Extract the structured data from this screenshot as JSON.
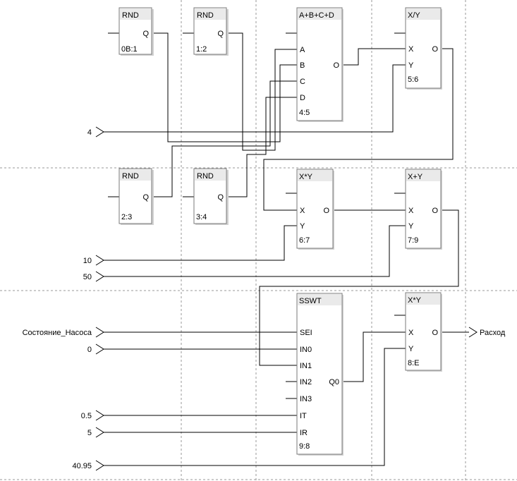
{
  "blocks": {
    "rnd1": {
      "title": "RND",
      "outputs": [
        "Q"
      ],
      "id": "0B:1"
    },
    "rnd2": {
      "title": "RND",
      "outputs": [
        "Q"
      ],
      "id": "1:2"
    },
    "rnd3": {
      "title": "RND",
      "outputs": [
        "Q"
      ],
      "id": "2:3"
    },
    "rnd4": {
      "title": "RND",
      "outputs": [
        "Q"
      ],
      "id": "3:4"
    },
    "sum4": {
      "title": "A+B+C+D",
      "inputs": [
        "A",
        "B",
        "C",
        "D"
      ],
      "outputs": [
        "O"
      ],
      "id": "4:5"
    },
    "div": {
      "title": "X/Y",
      "inputs": [
        "X",
        "Y"
      ],
      "outputs": [
        "O"
      ],
      "id": "5:6"
    },
    "mul1": {
      "title": "X*Y",
      "inputs": [
        "X",
        "Y"
      ],
      "outputs": [
        "O"
      ],
      "id": "6:7"
    },
    "add": {
      "title": "X+Y",
      "inputs": [
        "X",
        "Y"
      ],
      "outputs": [
        "O"
      ],
      "id": "7:9"
    },
    "sswt": {
      "title": "SSWT",
      "inputs": [
        "SEI",
        "IN0",
        "IN1",
        "IN2",
        "IN3",
        "IT",
        "IR"
      ],
      "outputs": [
        "Q0"
      ],
      "id": "9:8"
    },
    "mul2": {
      "title": "X*Y",
      "inputs": [
        "X",
        "Y"
      ],
      "outputs": [
        "O"
      ],
      "id": "8:E"
    }
  },
  "constants": {
    "c4": "4",
    "c10": "10",
    "c50": "50",
    "state": "Состояние_Насоса",
    "c0": "0",
    "c05": "0.5",
    "c5": "5",
    "c4095": "40.95"
  },
  "output_label": "Расход"
}
